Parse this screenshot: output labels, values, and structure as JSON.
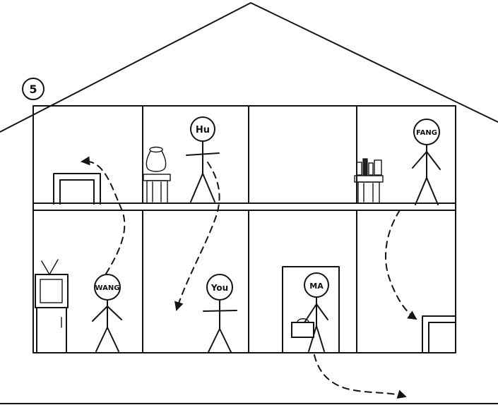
{
  "scene": {
    "badge": "5",
    "people": {
      "hu": "Hu",
      "fang": "FANG",
      "wang": "WANG",
      "you": "You",
      "ma": "MA"
    }
  }
}
